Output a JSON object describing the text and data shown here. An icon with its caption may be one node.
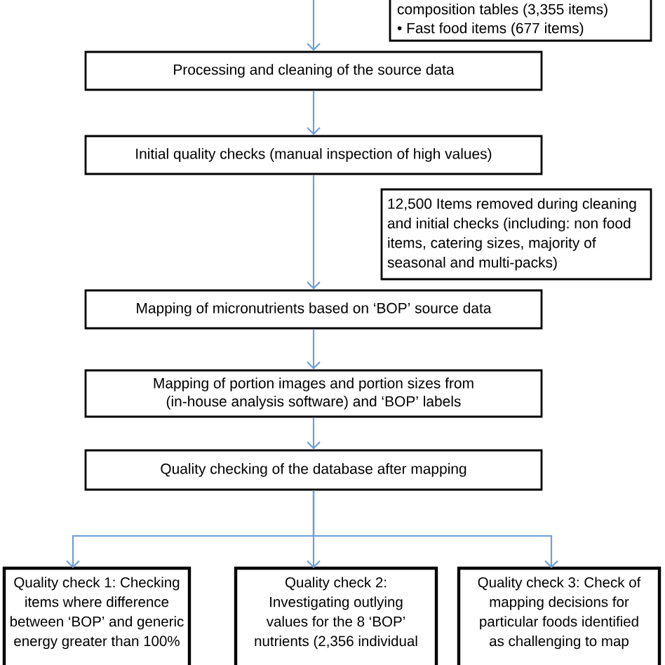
{
  "diagram": {
    "nodes": [
      {
        "text": [
          "composition tables (3,355 items)",
          "• Fast food items (677 items)"
        ]
      },
      {
        "text": [
          "Processing and cleaning of the source data"
        ]
      },
      {
        "text": [
          "Initial quality checks (manual inspection of high values)"
        ]
      },
      {
        "text": [
          "12,500 Items removed during cleaning and initial checks (including: non food items, catering sizes, majority of seasonal and multi-packs)"
        ]
      },
      {
        "text": [
          "Mapping of micronutrients based on ‘BOP’ source data"
        ]
      },
      {
        "text": [
          "Mapping of portion images and portion sizes from (in-house analysis software) and ‘BOP’ labels"
        ]
      },
      {
        "text": [
          "Quality checking of the database after mapping"
        ]
      },
      {
        "text": [
          "Quality check 1: Checking items where difference between ‘BOP’ and generic energy greater than 100%"
        ]
      },
      {
        "text": [
          "Quality check 2: Investigating outlying values for the 8 ‘BOP’ nutrients (2,356 individual"
        ]
      },
      {
        "text": [
          "Quality check 3: Check of mapping decisions for particular foods identified as challenging to map"
        ]
      }
    ],
    "edges": [
      {
        "from": null,
        "to": 1,
        "arrow": "to"
      },
      {
        "from": 1,
        "to": 2,
        "arrow": "to"
      },
      {
        "from": 2,
        "to": 4,
        "arrow": "to"
      },
      {
        "from": 4,
        "to": 5,
        "arrow": "to"
      },
      {
        "from": 5,
        "to": 6,
        "arrow": "to"
      },
      {
        "from": 6,
        "to": 7,
        "arrow": "to"
      },
      {
        "from": 6,
        "to": 8,
        "arrow": "to"
      },
      {
        "from": 6,
        "to": 9,
        "arrow": "to"
      }
    ]
  }
}
